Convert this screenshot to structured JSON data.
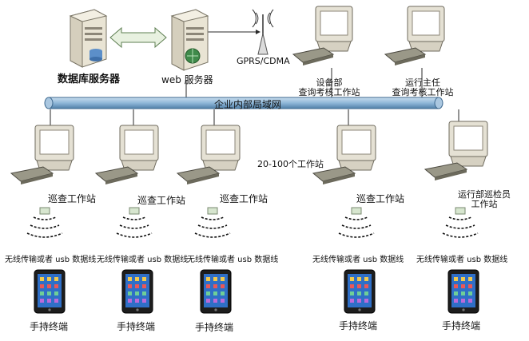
{
  "servers": {
    "database_label": "数据库服务器",
    "web_label": "web 服务器",
    "gprs_label": "GPRS/CDMA"
  },
  "top_stations": {
    "equipment_dept": [
      "设备部",
      "查询考核工作站"
    ],
    "operations_director": [
      "运行主任",
      "查询考核工作站"
    ]
  },
  "network": {
    "label": "企业内部局域网"
  },
  "workstations": {
    "count_label": "20-100个工作站",
    "patrol_label": "巡查工作站",
    "ops_patrol_label": [
      "运行部巡检员",
      "工作站"
    ]
  },
  "transfer_label": "无线传输或者 usb 数据线",
  "handheld_label": "手持终端",
  "colors": {
    "network_pipe": "#8fb7d8",
    "tablet_screen": "#2f6fc7",
    "signal_arc": "#111111"
  }
}
